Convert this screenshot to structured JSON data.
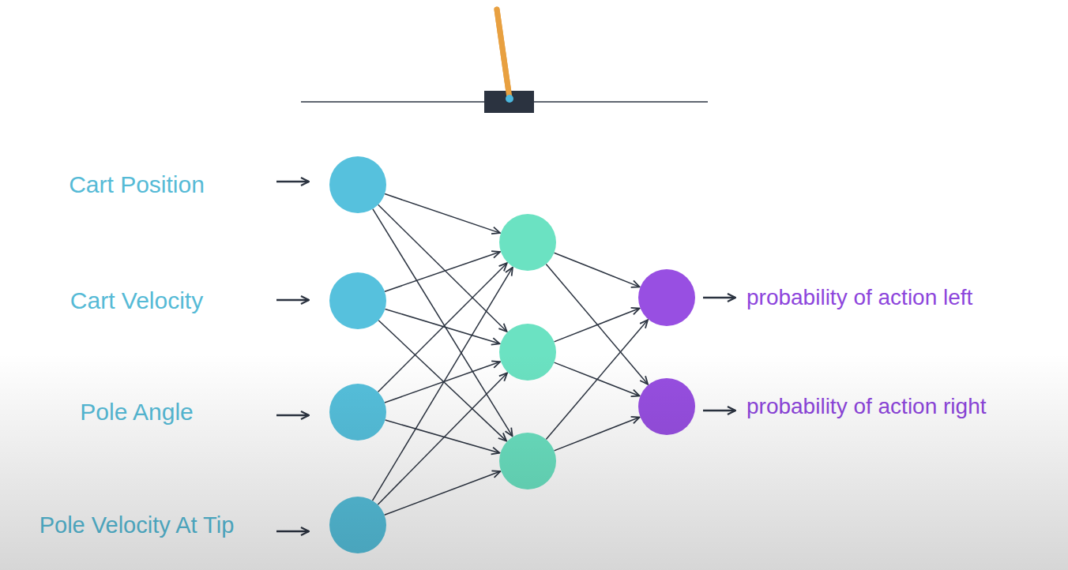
{
  "diagram": {
    "nodes": [
      {
        "text": [
          "Cart Position"
        ]
      },
      {
        "text": [
          "Cart Velocity"
        ]
      },
      {
        "text": [
          "Pole Angle"
        ]
      },
      {
        "text": [
          "Pole Velocity At Tip"
        ]
      },
      {
        "text": []
      },
      {
        "text": []
      },
      {
        "text": []
      },
      {
        "text": [
          "probability of action left"
        ]
      },
      {
        "text": [
          "probability of action right"
        ]
      }
    ],
    "edges": [
      {
        "from": 0,
        "to": 4,
        "arrow": "to"
      },
      {
        "from": 0,
        "to": 5,
        "arrow": "to"
      },
      {
        "from": 0,
        "to": 6,
        "arrow": "to"
      },
      {
        "from": 1,
        "to": 4,
        "arrow": "to"
      },
      {
        "from": 1,
        "to": 5,
        "arrow": "to"
      },
      {
        "from": 1,
        "to": 6,
        "arrow": "to"
      },
      {
        "from": 2,
        "to": 4,
        "arrow": "to"
      },
      {
        "from": 2,
        "to": 5,
        "arrow": "to"
      },
      {
        "from": 2,
        "to": 6,
        "arrow": "to"
      },
      {
        "from": 3,
        "to": 4,
        "arrow": "to"
      },
      {
        "from": 3,
        "to": 5,
        "arrow": "to"
      },
      {
        "from": 3,
        "to": 6,
        "arrow": "to"
      },
      {
        "from": 4,
        "to": 7,
        "arrow": "to"
      },
      {
        "from": 4,
        "to": 8,
        "arrow": "to"
      },
      {
        "from": 5,
        "to": 7,
        "arrow": "to"
      },
      {
        "from": 5,
        "to": 8,
        "arrow": "to"
      },
      {
        "from": 6,
        "to": 7,
        "arrow": "to"
      },
      {
        "from": 6,
        "to": 8,
        "arrow": "to"
      }
    ]
  }
}
